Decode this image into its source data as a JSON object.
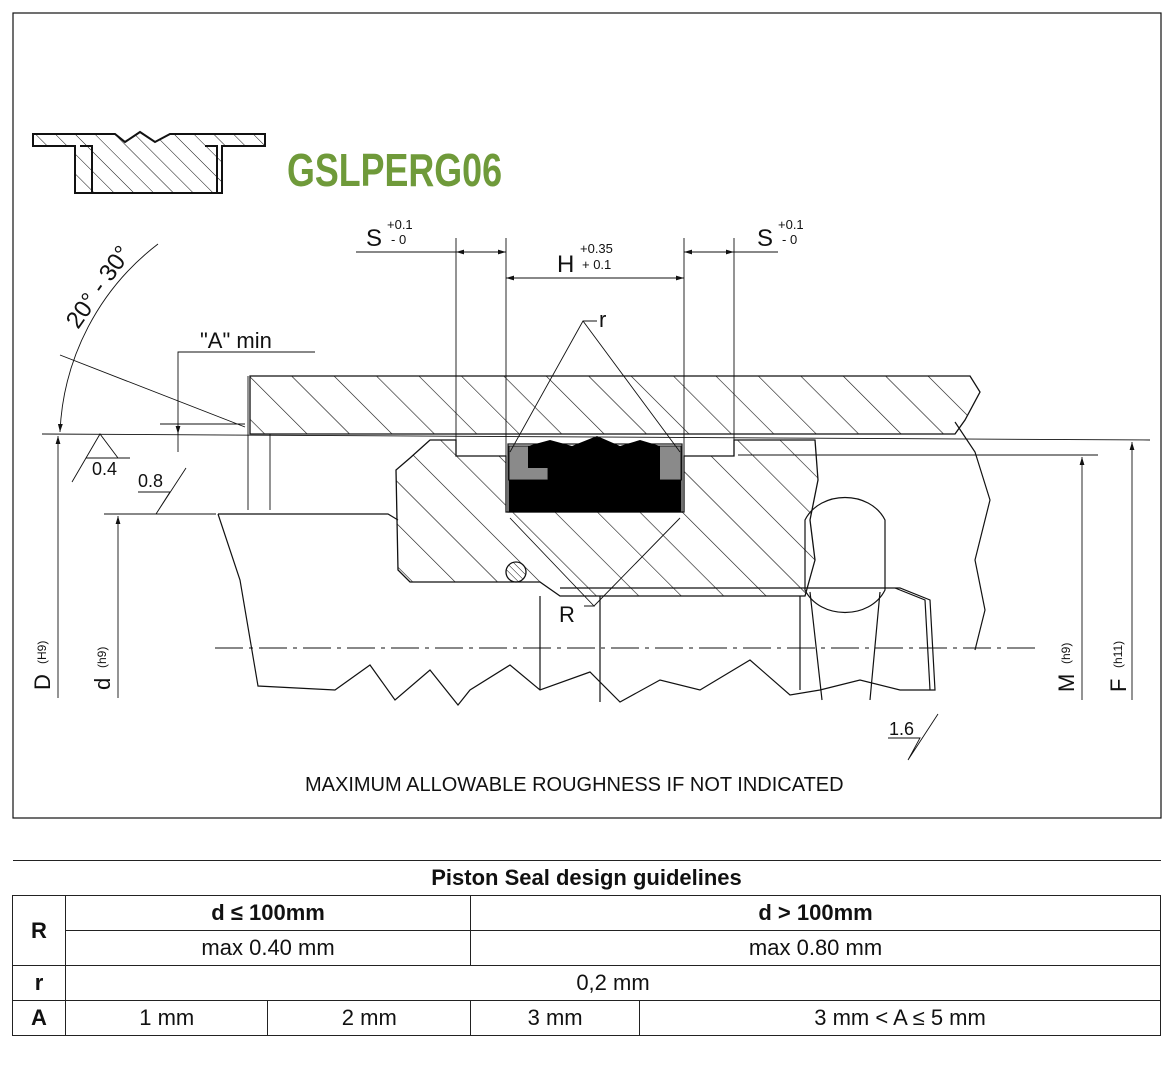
{
  "product_code": "GSLPERG06",
  "drawing": {
    "seal_width_label": "H",
    "seal_width_tol_upper": "+0.35",
    "seal_width_tol_lower": "+ 0.1",
    "slot_label_left": "S",
    "slot_label_right": "S",
    "slot_tol_upper": "+0.1",
    "slot_tol_lower": "- 0",
    "small_radius_label": "r",
    "large_radius_label": "R",
    "chamfer_angle_label": "20° - 30°",
    "chamfer_length_label": "\"A\" min",
    "bore_diameter_label": "D",
    "bore_tolerance": "(H9)",
    "groove_diameter_label": "d",
    "groove_tolerance": "(h9)",
    "piston_land_label": "M",
    "piston_land_tolerance": "(h9)",
    "piston_diameter_label": "F",
    "piston_diameter_tolerance": "(h11)",
    "roughness_bore": "0.4",
    "roughness_groove": "0.8",
    "roughness_general": "1.6",
    "roughness_note": "MAXIMUM ALLOWABLE ROUGHNESS IF NOT INDICATED"
  },
  "table": {
    "title": "Piston Seal design guidelines",
    "rows": {
      "R": {
        "label": "R",
        "col1_header": "d ≤ 100mm",
        "col2_header": "d > 100mm",
        "col1_value": "max 0.40 mm",
        "col2_value": "max 0.80 mm"
      },
      "r": {
        "label": "r",
        "value": "0,2 mm"
      },
      "A": {
        "label": "A",
        "values": [
          "1 mm",
          "2 mm",
          "3 mm",
          "3 mm < A ≤ 5 mm"
        ]
      }
    }
  },
  "colors": {
    "logo_green": "#6f9a3a",
    "seal_black": "#000000",
    "backup_gray": "#8a8a8a"
  }
}
